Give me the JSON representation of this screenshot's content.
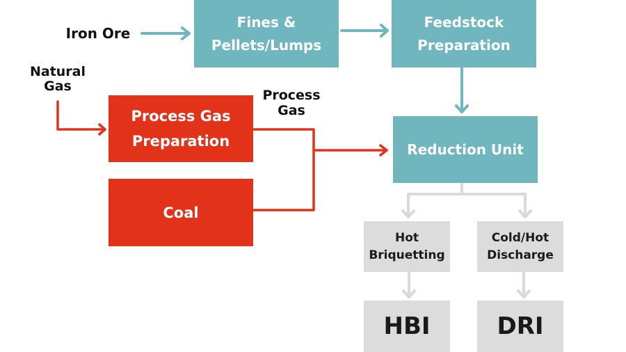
{
  "diagram": {
    "colors": {
      "teal": "#70b6bf",
      "red": "#e2331a",
      "gray": "#dcdcdc",
      "arrow_gray": "#d9d9d9"
    },
    "inputs": {
      "iron_ore": "Iron Ore",
      "natural_gas_line1": "Natural",
      "natural_gas_line2": "Gas",
      "process_gas_line1": "Process",
      "process_gas_line2": "Gas"
    },
    "nodes": {
      "fines": {
        "line1": "Fines &",
        "line2": "Pellets/Lumps"
      },
      "feedstock": {
        "line1": "Feedstock",
        "line2": "Preparation"
      },
      "reduction": {
        "label": "Reduction Unit"
      },
      "process_gas_prep": {
        "line1": "Process Gas",
        "line2": "Preparation"
      },
      "coal": {
        "label": "Coal"
      },
      "hot_briquetting": {
        "line1": "Hot",
        "line2": "Briquetting"
      },
      "discharge": {
        "line1": "Cold/Hot",
        "line2": "Discharge"
      },
      "hbi": {
        "label": "HBI"
      },
      "dri": {
        "label": "DRI"
      }
    },
    "edges": [
      {
        "from": "Iron Ore",
        "to": "Fines & Pellets/Lumps"
      },
      {
        "from": "Fines & Pellets/Lumps",
        "to": "Feedstock Preparation"
      },
      {
        "from": "Feedstock Preparation",
        "to": "Reduction Unit"
      },
      {
        "from": "Natural Gas",
        "to": "Process Gas Preparation"
      },
      {
        "from": "Process Gas Preparation",
        "to": "Reduction Unit"
      },
      {
        "from": "Coal",
        "to": "Reduction Unit"
      },
      {
        "from": "Reduction Unit",
        "to": "Hot Briquetting"
      },
      {
        "from": "Reduction Unit",
        "to": "Cold/Hot Discharge"
      },
      {
        "from": "Hot Briquetting",
        "to": "HBI"
      },
      {
        "from": "Cold/Hot Discharge",
        "to": "DRI"
      }
    ]
  }
}
